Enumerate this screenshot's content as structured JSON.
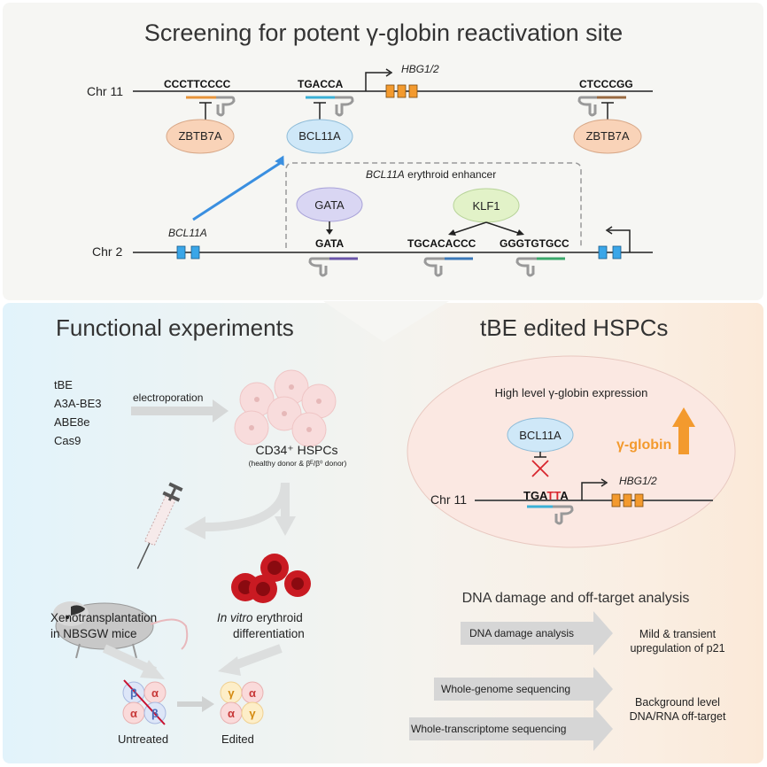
{
  "top": {
    "title": "Screening for potent γ-globin reactivation site",
    "chr11": {
      "label": "Chr 11",
      "sites": [
        {
          "seq": "CCCTTCCCC",
          "factor": "ZBTB7A",
          "guide_color": "#e8943a"
        },
        {
          "seq": "TGACCA",
          "factor": "BCL11A",
          "guide_color": "#3bb0d6"
        },
        {
          "seq": "CTCCCGG",
          "factor": "ZBTB7A",
          "guide_color": "#9a6a40"
        }
      ],
      "gene": "HBG1/2"
    },
    "chr2": {
      "label": "Chr 2",
      "gene": "BCL11A",
      "enhancer_label_italic": "BCL11A",
      "enhancer_label_rest": " erythroid enhancer",
      "factors": [
        {
          "name": "GATA",
          "motifs": [
            "GATA"
          ],
          "guide_color": "#6a55a8"
        },
        {
          "name": "KLF1",
          "motifs": [
            "TGCACACCC",
            "GGGTGTGCC"
          ],
          "guide_colors": [
            "#3a78b8",
            "#3aa86a"
          ]
        }
      ]
    }
  },
  "left": {
    "title": "Functional experiments",
    "editors": [
      "tBE",
      "A3A-BE3",
      "ABE8e",
      "Cas9"
    ],
    "arrow_label": "electroporation",
    "cells_label": "CD34⁺ HSPCs",
    "cells_sublabel": "(healthy donor & βᴱ/β⁰ donor)",
    "mouse_label_1": "Xenotransplantation",
    "mouse_label_2": "in NBSGW mice",
    "invitro_label_italic": "In vitro",
    "invitro_label_rest": " erythroid",
    "invitro_label_2": "differentiation",
    "untreated_label": "Untreated",
    "edited_label": "Edited",
    "untreated_chains": [
      "β",
      "α",
      "α",
      "β"
    ],
    "edited_chains": [
      "γ",
      "α",
      "α",
      "γ"
    ]
  },
  "right": {
    "title": "tBE edited HSPCs",
    "oval_title": "High level γ-globin expression",
    "factor": "BCL11A",
    "seq_prefix": "TGA",
    "seq_edit": "TT",
    "seq_suffix": "A",
    "chr_label": "Chr 11",
    "gene": "HBG1/2",
    "gamma_label": "γ-globin",
    "analysis_title": "DNA damage and off-target analysis",
    "analyses": [
      {
        "label": "DNA damage analysis"
      },
      {
        "label": "Whole-genome sequencing"
      },
      {
        "label": "Whole-transcriptome sequencing"
      }
    ],
    "results": [
      {
        "line1": "Mild & transient",
        "line2": "upregulation of p21"
      },
      {
        "line1": "Background level",
        "line2": "DNA/RNA off-target"
      }
    ]
  },
  "colors": {
    "orange": "#f39a2e",
    "blue_exon": "#3aa6e8",
    "bcl11a_fill": "#cfe8f8",
    "zbtb7a_fill": "#f9d3b8",
    "gata_fill": "#d9d6f3",
    "klf1_fill": "#e2f2c8",
    "red": "#d8262e"
  }
}
